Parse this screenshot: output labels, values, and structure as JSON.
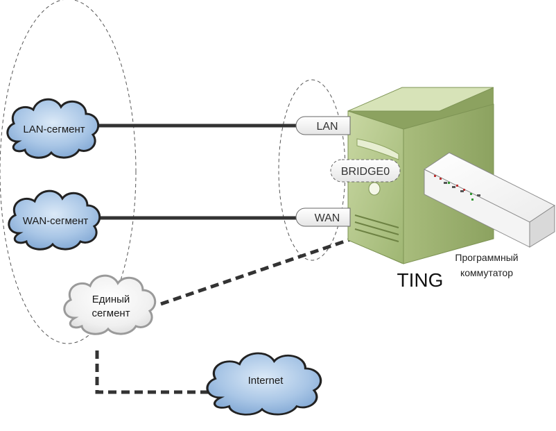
{
  "clouds": {
    "lan": "LAN-сегмент",
    "wan": "WAN-сегмент",
    "unified_line1": "Единый",
    "unified_line2": "сегмент",
    "internet": "Internet"
  },
  "interfaces": {
    "lan": "LAN",
    "wan": "WAN",
    "bridge": "BRIDGE0"
  },
  "server": {
    "name": "TING"
  },
  "switch": {
    "caption_line1": "Программный",
    "caption_line2": "коммутатор"
  },
  "colors": {
    "cloud_blue": "#a9c6e6",
    "cloud_white": "#f2f2f2",
    "server_green": "#b5c98a",
    "line": "#333333"
  }
}
